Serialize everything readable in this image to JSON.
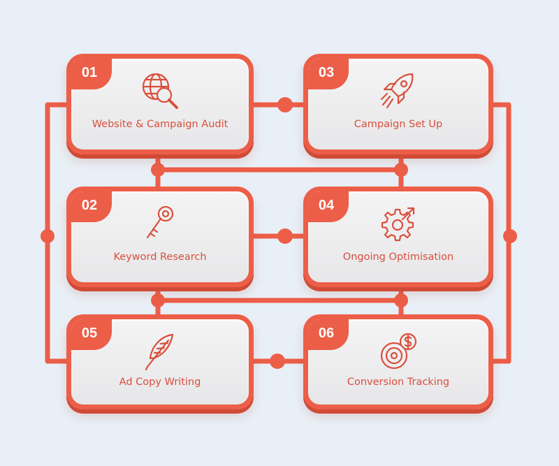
{
  "colors": {
    "accent": "#ec5e48",
    "accent_dark": "#d04a36",
    "label": "#d94f3b",
    "card_fill": "#efeff0",
    "background": "#e9eff6"
  },
  "steps": [
    {
      "number": "01",
      "label": "Website & Campaign Audit",
      "icon": "globe-magnifier-icon"
    },
    {
      "number": "02",
      "label": "Keyword Research",
      "icon": "key-icon"
    },
    {
      "number": "03",
      "label": "Campaign Set Up",
      "icon": "rocket-icon"
    },
    {
      "number": "04",
      "label": "Ongoing Optimisation",
      "icon": "gear-arrow-icon"
    },
    {
      "number": "05",
      "label": "Ad Copy Writing",
      "icon": "feather-quill-icon"
    },
    {
      "number": "06",
      "label": "Conversion Tracking",
      "icon": "target-dollar-icon"
    }
  ]
}
